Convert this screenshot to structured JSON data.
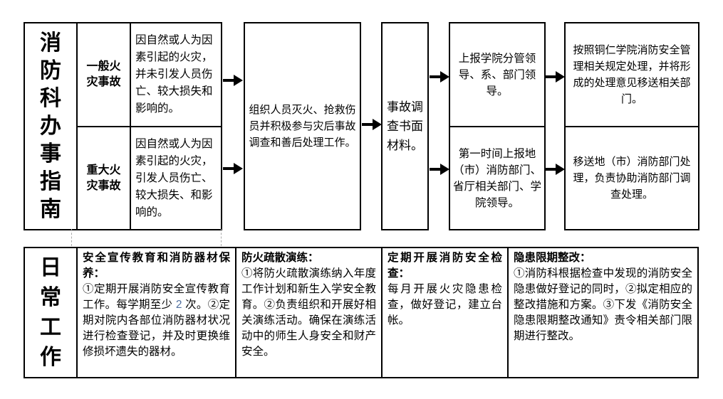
{
  "colors": {
    "border": "#000000",
    "background": "#ffffff",
    "highlight_number": "#4f6f9f"
  },
  "flow_section": {
    "title": "消防科办事指南",
    "rows": [
      {
        "type": "一般火灾事故",
        "cause": "因自然或人为因素引起的火灾，并未引发人员伤亡、较大损失和影响的。",
        "report": "上报学院分管领导、系、部门领导。",
        "resolution": "按照铜仁学院消防安全管理相关规定处理，并将形成的处理意见移送相关部门。"
      },
      {
        "type": "重大火灾事故",
        "cause": "因自然或人为因素引起的火灾，引发人员伤亡、较大损失、和影响的。",
        "report": "第一时间上报地（市）消防部门、省厅相关部门、学院领导。",
        "resolution": "移送地（市）消防部门处理，负责协助消防部门调查处理。"
      }
    ],
    "respond_box": "组织人员灭火、抢救伤员并积极参与灾后事故调查和善后处理工作。",
    "investigation_box": "事故调查书面材料。"
  },
  "daily_section": {
    "title": "日常工作",
    "columns": [
      {
        "heading": "安全宣传教育和消防器材保养：",
        "body_prefix": "①定期开展消防安全宣传教育工作。每学期至少 ",
        "body_highlight": "2",
        "body_suffix": " 次。②定期对院内各部位消防器材状况进行检查登记，并及时更换维修损坏遗失的器材。"
      },
      {
        "heading": "防火疏散演练：",
        "body": "①将防火疏散演练纳入年度工作计划和新生入学安全教育。②负责组织和开展好相关演练活动。确保在演练活动中的师生人身安全和财产安全。"
      },
      {
        "heading": "定期开展消防安全检查：",
        "body": "每月开展火灾隐患检查，做好登记，建立台帐。"
      },
      {
        "heading": "隐患限期整改：",
        "body": "①消防科根据检查中发现的消防安全隐患做好登记的同时，②拟定相应的整改措施和方案。③下发《消防安全隐患限期整改通知》责令相关部门限期进行整改。"
      }
    ]
  }
}
